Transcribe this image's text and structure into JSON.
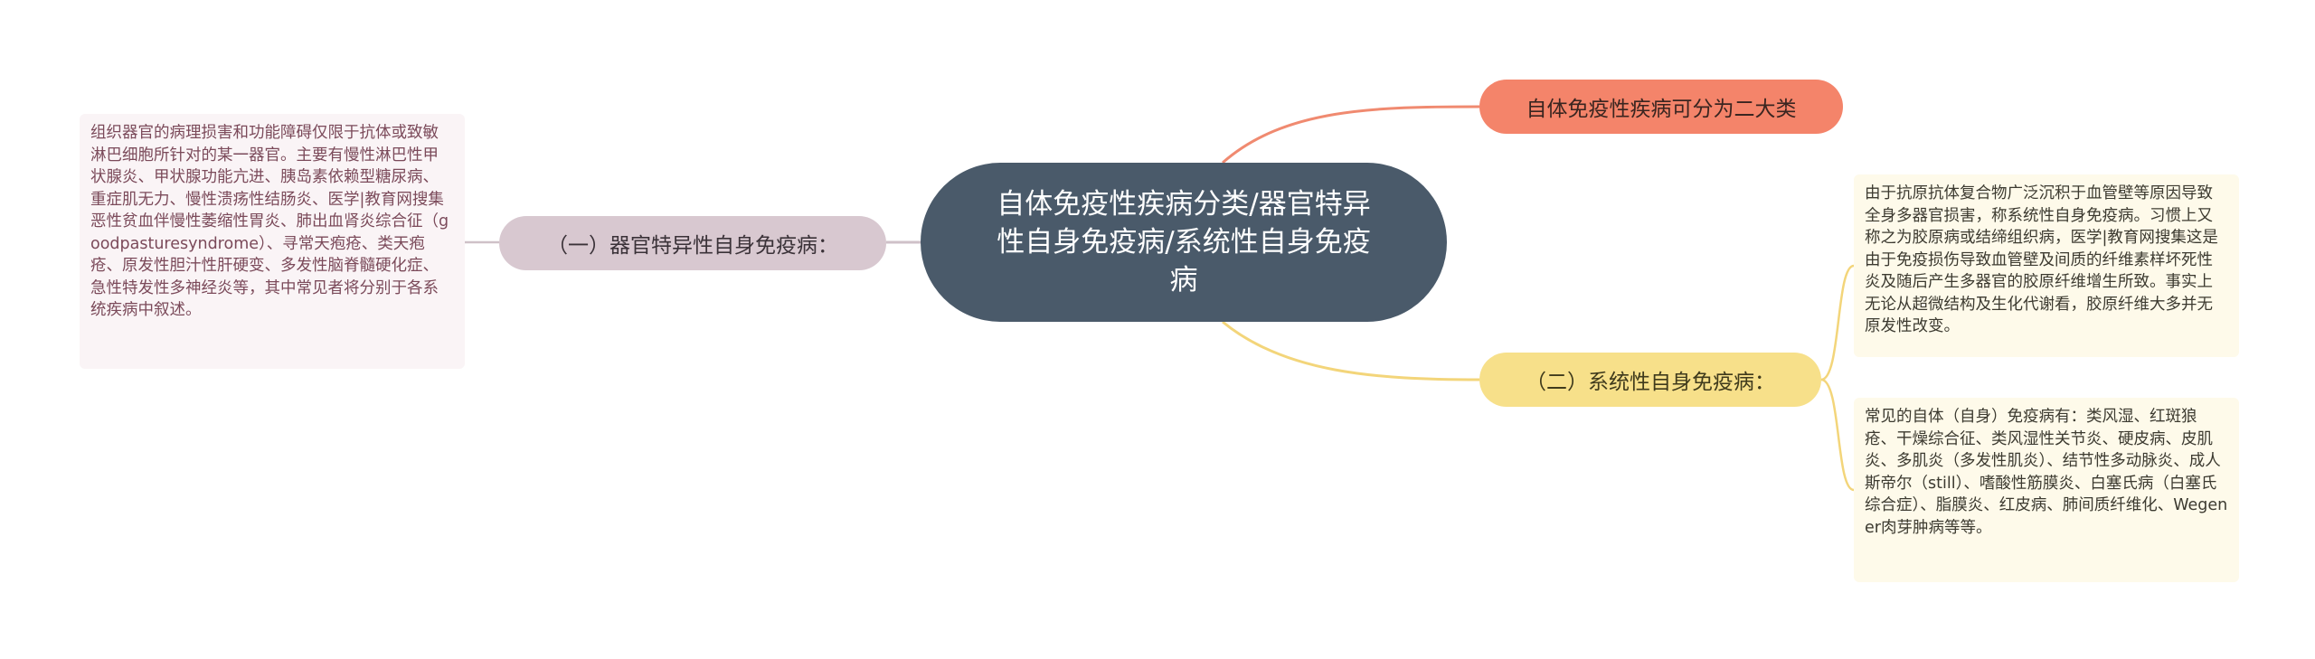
{
  "mindmap": {
    "root": {
      "label": "自体免疫性疾病分类/器官特异性自身免疫病/系统性自身免疫病"
    },
    "branches": [
      {
        "label": "自体免疫性疾病可分为二大类"
      },
      {
        "label": "（二）系统性自身免疫病：",
        "notes": [
          "由于抗原抗体复合物广泛沉积于血管壁等原因导致全身多器官损害，称系统性自身免疫病。习惯上又称之为胶原病或结缔组织病，医学|教育网搜集这是由于免疫损伤导致血管壁及间质的纤维素样坏死性炎及随后产生多器官的胶原纤维增生所致。事实上无论从超微结构及生化代谢看，胶原纤维大多并无原发性改变。",
          "常见的自体（自身）免疫病有：类风湿、红斑狼疮、干燥综合征、类风湿性关节炎、硬皮病、皮肌炎、多肌炎（多发性肌炎）、结节性多动脉炎、成人斯帝尔（still）、嗜酸性筋膜炎、白塞氏病（白塞氏综合症）、脂膜炎、红皮病、肺间质纤维化、Wegener肉芽肿病等等。"
        ]
      },
      {
        "label": "（一）器官特异性自身免疫病：",
        "notes": [
          "组织器官的病理损害和功能障碍仅限于抗体或致敏淋巴细胞所针对的某一器官。主要有慢性淋巴性甲状腺炎、甲状腺功能亢进、胰岛素依赖型糖尿病、重症肌无力、慢性溃疡性结肠炎、医学|教育网搜集恶性贫血伴慢性萎缩性胃炎、肺出血肾炎综合征（goodpasturesyndrome）、寻常天疱疮、类天疱疮、原发性胆汁性肝硬变、多发性脑脊髓硬化症、急性特发性多神经炎等，其中常见者将分别于各系统疾病中叙述。"
        ]
      }
    ]
  },
  "colors": {
    "root": "#4a5a6a",
    "branch_top": "#f4846a",
    "branch_system": "#f7e08a",
    "branch_organ": "#d8c8d0",
    "link_top": "#f08a70",
    "link_system": "#f3d57a",
    "link_organ": "#cfc1c8"
  }
}
